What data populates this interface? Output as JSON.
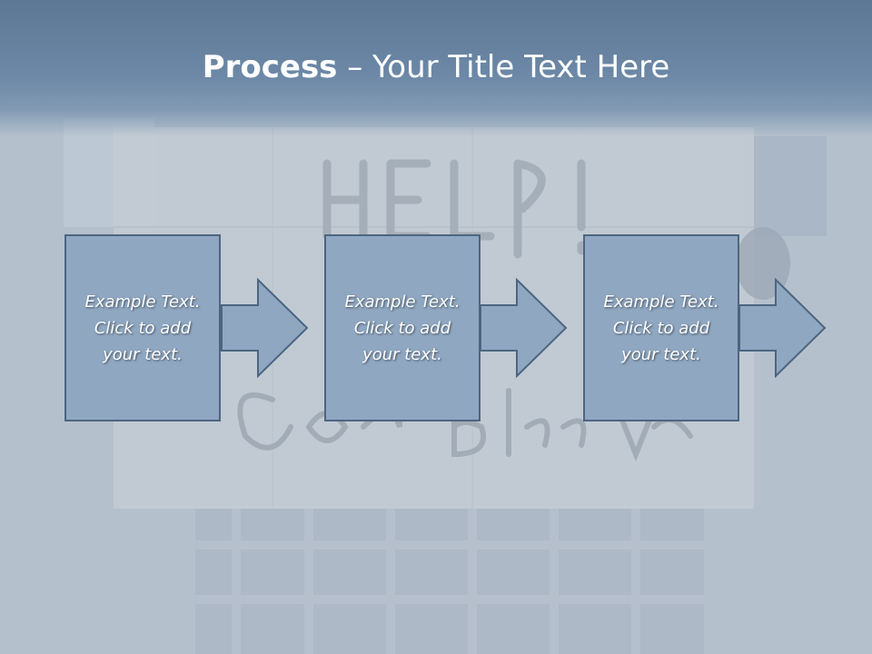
{
  "slide": {
    "title_bold": "Process",
    "title_rest": " – Your Title Text Here",
    "steps": [
      {
        "text": "Example Text.\nClick  to add\nyour text."
      },
      {
        "text": "Example Text.\nClick  to add\nyour text."
      },
      {
        "text": "Example Text.\nClick  to add\nyour text."
      }
    ]
  },
  "colors": {
    "box_fill": "#8fa7c1",
    "box_border": "#4d6680",
    "title_band": "#6c88a6",
    "text": "#ffffff"
  }
}
